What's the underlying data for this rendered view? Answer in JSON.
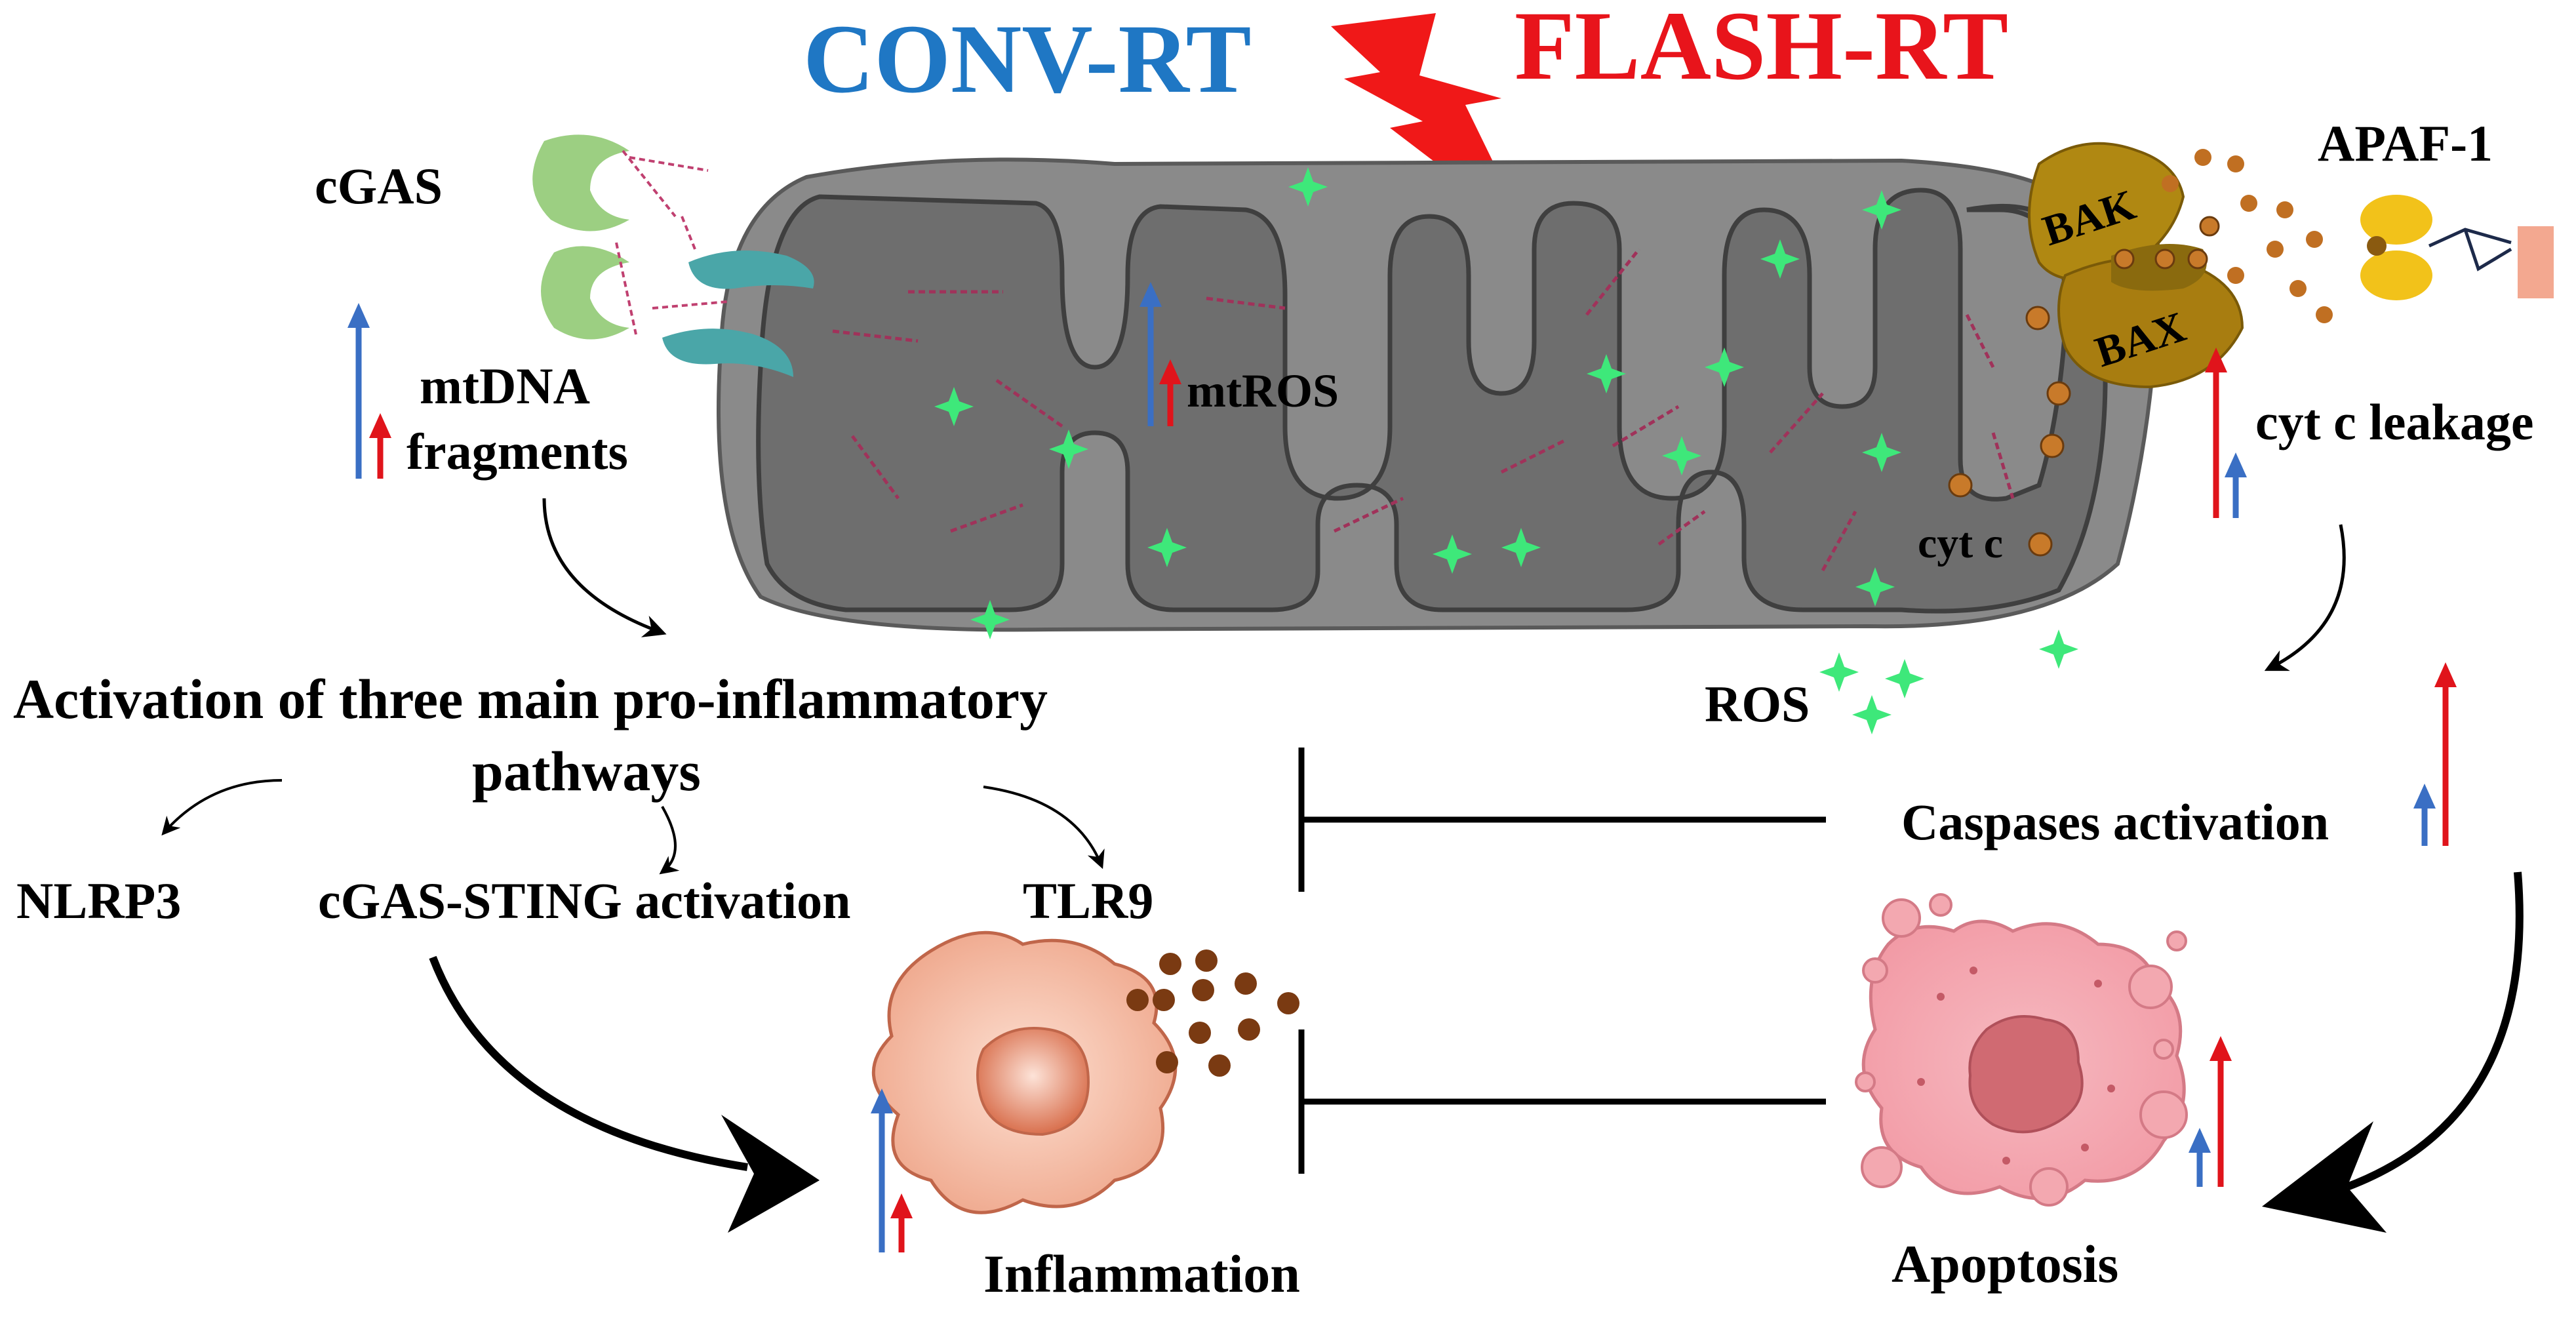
{
  "titles": {
    "conv": "CONV-RT",
    "flash": "FLASH-RT"
  },
  "labels": {
    "cgas": "cGAS",
    "mtdna_line1": "mtDNA",
    "mtdna_line2": "fragments",
    "mtros": "mtROS",
    "ros": "ROS",
    "cytc": "cyt c",
    "bak": "BAK",
    "bax": "BAX",
    "apaf1": "APAF-1",
    "cytc_leakage": "cyt c leakage",
    "activation_line1": "Activation of three main pro-inflammatory",
    "activation_line2": "pathways",
    "nlrp3": "NLRP3",
    "cgas_sting": "cGAS-STING activation",
    "tlr9": "TLR9",
    "caspases": "Caspases activation",
    "inflammation": "Inflammation",
    "apoptosis": "Apoptosis"
  },
  "colors": {
    "conv": "#1f77c4",
    "flash": "#e8141b",
    "blue_arrow": "#3a6fc4",
    "red_arrow": "#e0141b",
    "mito_outer": "#7a7a7a",
    "mito_inner": "#6b6b6b",
    "ros_star": "#3ee87a",
    "dna": "#a0325a",
    "cgas": "#9ccf82",
    "receptor": "#4aa6a8",
    "bak_bax": "#a87d10",
    "cytc_dot": "#c87a2a",
    "cyto_dot": "#7a3a12",
    "apaf": "#f2c21a",
    "cell_infl": "#f0b8a0",
    "cell_apop": "#f3a8b0"
  }
}
